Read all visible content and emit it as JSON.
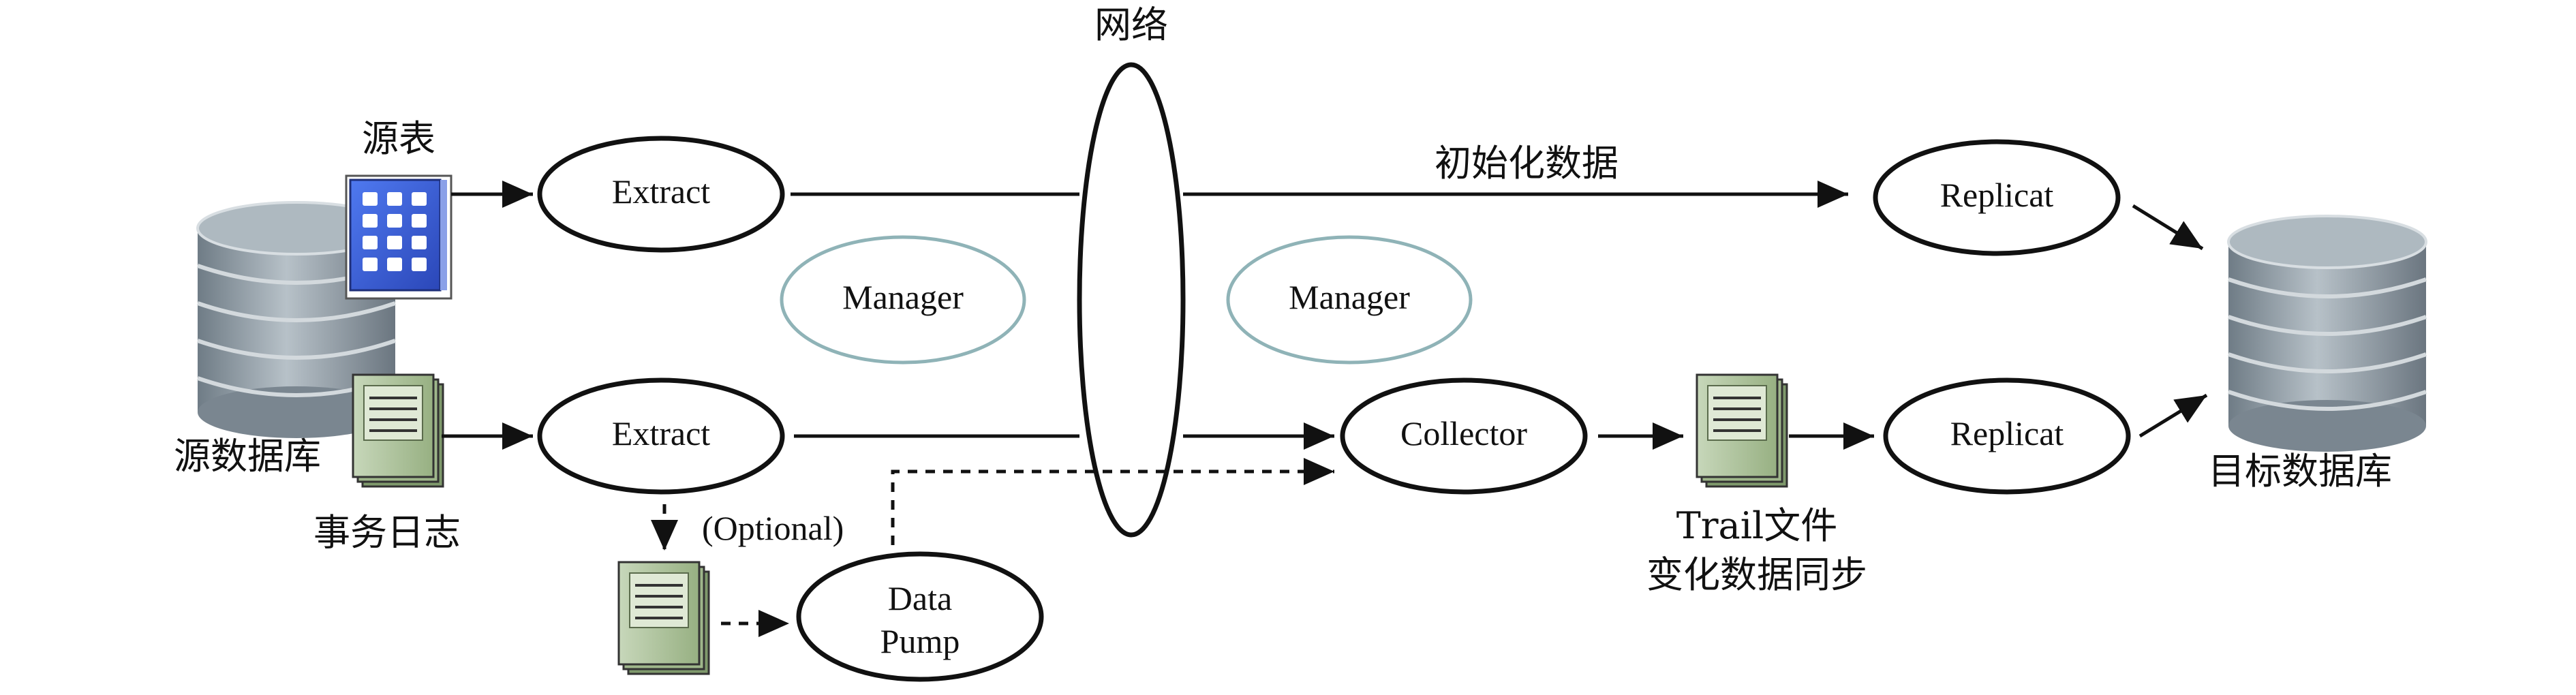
{
  "labels": {
    "network": "网络",
    "source_table": "源表",
    "source_db": "源数据库",
    "transaction_log": "事务日志",
    "optional": "(Optional)",
    "initial_data": "初始化数据",
    "trail_file": "Trail文件",
    "change_sync": "变化数据同步",
    "target_db": "目标数据库"
  },
  "nodes": {
    "extract_top": "Extract",
    "extract_bottom": "Extract",
    "manager_left": "Manager",
    "manager_right": "Manager",
    "collector": "Collector",
    "replicat_top": "Replicat",
    "replicat_bottom": "Replicat",
    "data_pump_line1": "Data",
    "data_pump_line2": "Pump"
  },
  "colors": {
    "database": "#8e9aa3",
    "database_ring": "#c7ced3",
    "table_icon": "#3a5fd9",
    "log_icon": "#a9c09a",
    "manager_stroke": "#8fb3b7",
    "line": "#111111"
  }
}
